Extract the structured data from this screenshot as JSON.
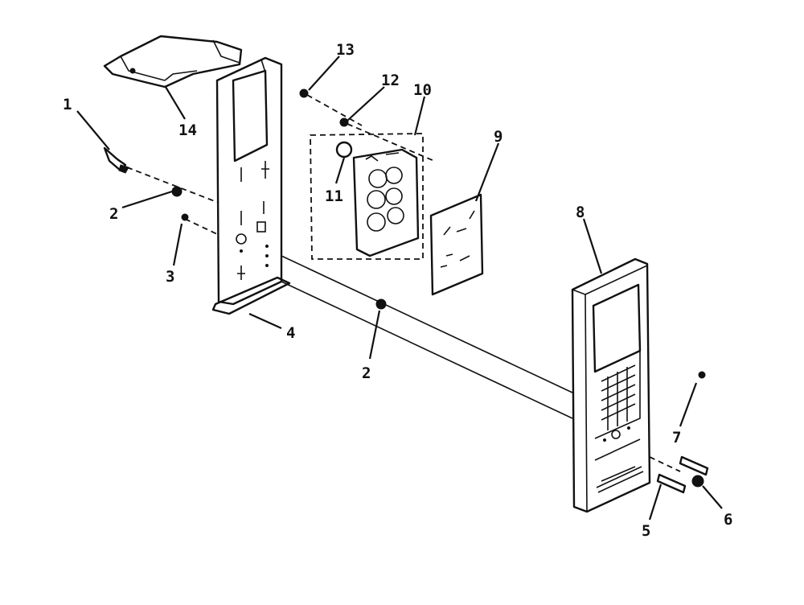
{
  "diagram": {
    "callouts": [
      {
        "id": "c1",
        "label": "1"
      },
      {
        "id": "c2a",
        "label": "2"
      },
      {
        "id": "c3",
        "label": "3"
      },
      {
        "id": "c4",
        "label": "4"
      },
      {
        "id": "c2b",
        "label": "2"
      },
      {
        "id": "c5",
        "label": "5"
      },
      {
        "id": "c6",
        "label": "6"
      },
      {
        "id": "c7",
        "label": "7"
      },
      {
        "id": "c8",
        "label": "8"
      },
      {
        "id": "c9",
        "label": "9"
      },
      {
        "id": "c10",
        "label": "10"
      },
      {
        "id": "c11",
        "label": "11"
      },
      {
        "id": "c12",
        "label": "12"
      },
      {
        "id": "c13",
        "label": "13"
      },
      {
        "id": "c14",
        "label": "14"
      }
    ]
  }
}
